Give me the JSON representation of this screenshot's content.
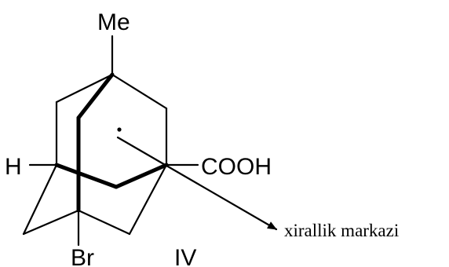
{
  "diagram": {
    "colors": {
      "ink": "#000000",
      "background": "#ffffff"
    },
    "labels": {
      "methyl": "Me",
      "hydrogen": "H",
      "carboxyl": "COOH",
      "bromine": "Br",
      "compound_number": "IV",
      "chiral_center_note": "xirallik markazi"
    }
  }
}
